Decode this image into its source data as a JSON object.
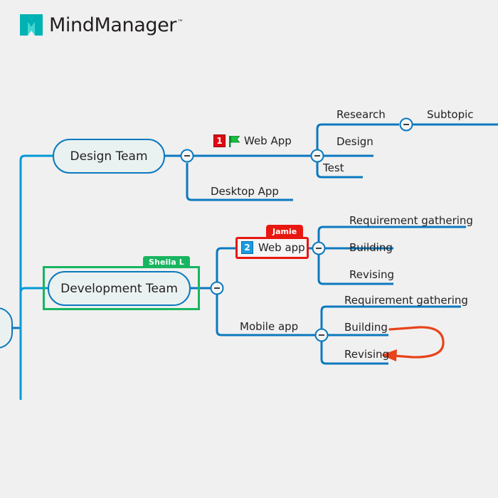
{
  "app": {
    "name": "MindManager",
    "trademark": "™",
    "logo_icon": "mindmanager-m-logo",
    "brand_color": "#00b2b3",
    "background_color": "#f0f0f0"
  },
  "map": {
    "line_color": "#0b79bf",
    "relationship_arrow_color": "#e8431a",
    "root": {
      "label": "",
      "name": "root-node"
    },
    "branches": [
      {
        "id": "design-team",
        "label": "Design Team",
        "collapse_toggle": "minus",
        "children": [
          {
            "id": "web-app-design",
            "label": "Web App",
            "priority_badge": "1",
            "priority_badge_color": "#e10a12",
            "flag_icon": "green-flag-icon",
            "collapse_toggle": "minus",
            "children": [
              {
                "id": "research",
                "label": "Research",
                "collapse_toggle": "minus",
                "children": [
                  {
                    "id": "subtopic",
                    "label": "Subtopic"
                  }
                ]
              },
              {
                "id": "design",
                "label": "Design"
              },
              {
                "id": "test",
                "label": "Test"
              }
            ]
          },
          {
            "id": "desktop-app",
            "label": "Desktop App",
            "children": []
          }
        ]
      },
      {
        "id": "development-team",
        "label": "Development Team",
        "collapse_toggle": "minus",
        "selection": {
          "color": "#18b560",
          "editor_label": "Sheila L"
        },
        "children": [
          {
            "id": "web-app-dev",
            "label": "Web app",
            "priority_badge": "2",
            "priority_badge_color": "#1a9ae0",
            "collapse_toggle": "minus",
            "selection": {
              "color": "#e8170f",
              "editor_label": "Jamie"
            },
            "children": [
              {
                "id": "req-gathering-web",
                "label": "Requirement gathering"
              },
              {
                "id": "building-web",
                "label": "Building"
              },
              {
                "id": "revising-web",
                "label": "Revising"
              }
            ]
          },
          {
            "id": "mobile-app",
            "label": "Mobile app",
            "collapse_toggle": "minus",
            "children": [
              {
                "id": "req-gathering-mobile",
                "label": "Requirement gathering"
              },
              {
                "id": "building-mobile",
                "label": "Building"
              },
              {
                "id": "revising-mobile",
                "label": "Revising"
              }
            ]
          }
        ]
      }
    ],
    "relationship": {
      "id": "building-to-revising",
      "from": "Building",
      "to": "Revising",
      "color": "#e8431a",
      "icon": "curved-arrow-icon"
    }
  }
}
